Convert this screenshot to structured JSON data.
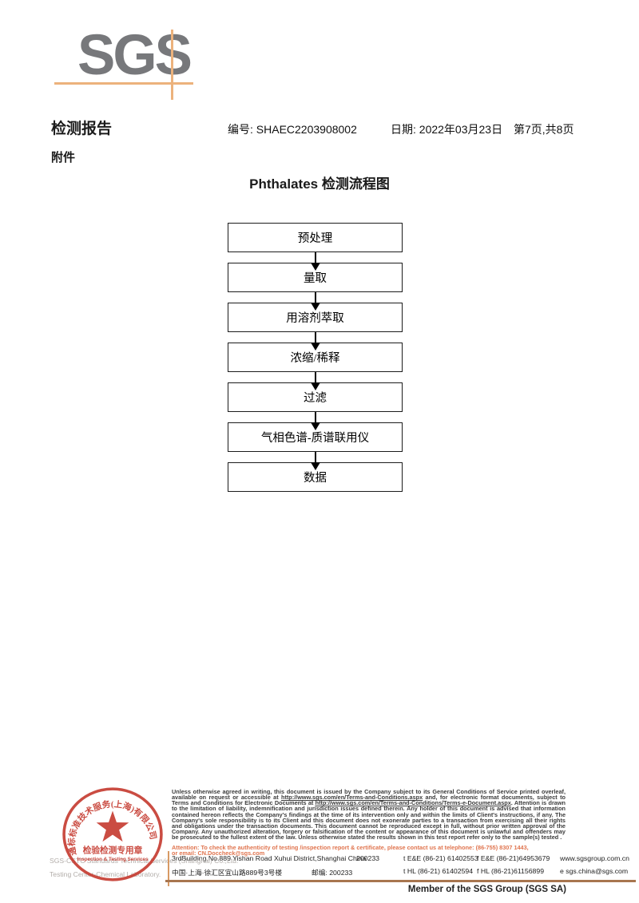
{
  "colors": {
    "logo_gray": "#77787b",
    "accent_tan": "#ecb27c",
    "footer_rule_brown": "#a8764f",
    "stamp_red": "#c5392e",
    "attention_orange": "#e0744e"
  },
  "logo": {
    "text": "SGS"
  },
  "header": {
    "report_title": "检测报告",
    "report_no": "编号: SHAEC2203908002",
    "date": "日期: 2022年03月23日",
    "page_info": "第7页,共8页",
    "attachment": "附件"
  },
  "flowchart": {
    "title": "Phthalates 检测流程图",
    "steps": [
      "预处理",
      "量取",
      "用溶剂萃取",
      "浓缩/稀释",
      "过滤",
      "气相色谱-质谱联用仪",
      "数据"
    ]
  },
  "footer": {
    "disclaimer": {
      "seg1": "Unless otherwise agreed in writing, this document is issued by the Company subject to its General Conditions of Service printed overleaf, available on request or accessible at ",
      "url1": "http://www.sgs.com/en/Terms-and-Conditions.aspx",
      "seg2": " and, for electronic format documents, subject to Terms and Conditions for Electronic Documents at ",
      "url2": "http://www.sgs.com/en/Terms-and-Conditions/Terms-e-Document.aspx",
      "seg3": ". Attention is drawn to the limitation of liability, indemnification and jurisdiction issues defined therein. Any holder of this document is advised that information contained hereon reflects the Company's findings at the time of its intervention only and within the limits of Client's instructions, if any. The Company's sole responsibility is to its Client and this document does not exonerate parties to a transaction from exercising all their rights and obligations under the transaction documents. This document cannot be reproduced except in full, without prior written approval of the Company. Any unauthorized alteration, forgery or falsification of the content or appearance of this document is unlawful and offenders may be prosecuted to the fullest extent of the law. Unless otherwise stated the results shown in this test report refer only to the sample(s) tested ."
    },
    "attention_line1": "Attention: To check the authenticity of testing /inspection report & certificate, please contact us at telephone: (86-755) 8307 1443,",
    "attention_line2": "or email: CN.Doccheck@sgs.com",
    "address": {
      "en_addr": "3rdBuilding,No.889 Yishan Road Xuhui District,Shanghai China",
      "en_postcode": "200233",
      "tel1": "t E&E (86-21) 61402553",
      "fax1": "f E&E (86-21)64953679",
      "web": "www.sgsgroup.com.cn",
      "cn_addr": "中国·上海·徐汇区宜山路889号3号楼",
      "cn_postcode": "邮编: 200233",
      "tel2": "t HL (86-21) 61402594",
      "fax2": "f HL (86-21)61156899",
      "email": "e  sgs.china@sgs.com"
    },
    "company_line1": "SGS-CSTC Standards Technical Services (Shanghai) Co.,Ltd.",
    "company_line2": "Testing Center-Chemical Laboratory.",
    "member": "Member of the SGS Group (SGS SA)"
  },
  "stamp": {
    "ring_text": "通标标准技术服务(上海)有限公司",
    "center_line1": "检验检测专用章",
    "center_line2": "Inspection & Testing Services"
  }
}
